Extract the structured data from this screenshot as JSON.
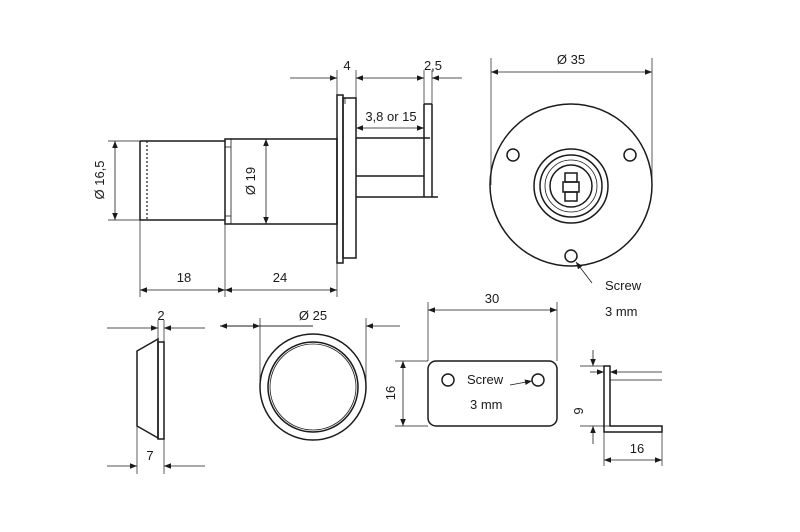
{
  "dimensions": {
    "side_flange_thickness": "4",
    "side_bracket_thickness": "2,5",
    "side_gap": "3,8 or 15",
    "side_pin_diameter": "Ø 16,5",
    "side_body_diameter": "Ø 19",
    "side_pin_length": "18",
    "side_body_length": "24",
    "front_flange_diameter": "Ø 35",
    "front_screw_label_1": "Screw",
    "front_screw_label_2": "3 mm",
    "rosette_thickness": "2",
    "rosette_depth": "7",
    "rosette_diameter": "Ø 25",
    "plate_width": "30",
    "plate_height": "16",
    "plate_screw_label_1": "Screw",
    "plate_screw_label_2": "3 mm",
    "angle_height": "9",
    "angle_width": "16"
  }
}
